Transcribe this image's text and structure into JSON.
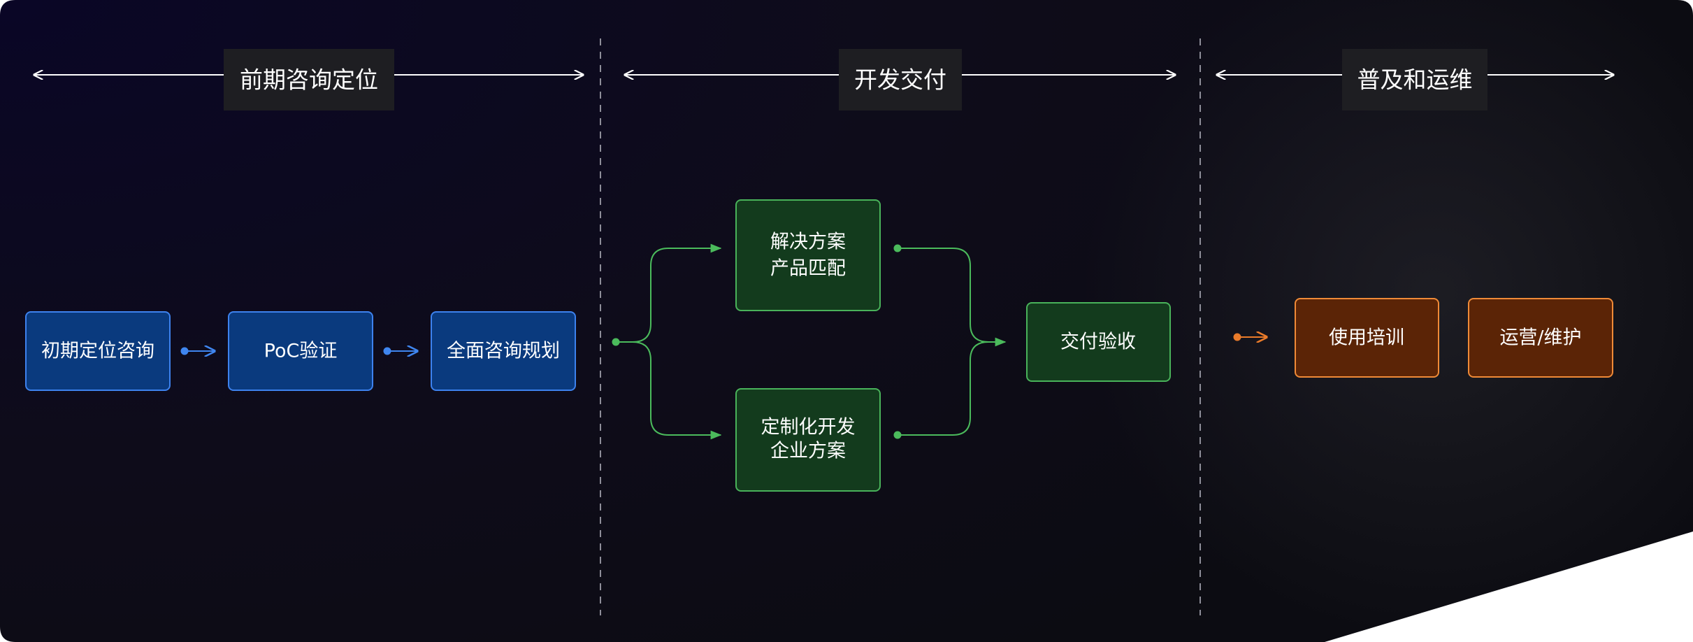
{
  "colors": {
    "background_top": "#0a0626",
    "background_bottom": "#0c0c12",
    "blue_fill": "#0a3a7e",
    "blue_border": "#3d82ee",
    "blue_arrow": "#3f86f0",
    "green_fill": "#133b1d",
    "green_border": "#49b35a",
    "green_arrow": "#4bbb5c",
    "orange_fill": "#5b2406",
    "orange_border": "#f08a37",
    "orange_arrow": "#ea7b2a",
    "header_fill": "#1e1e22",
    "divider": "#8e8e99"
  },
  "phases": [
    {
      "title": "前期咨询定位"
    },
    {
      "title": "开发交付"
    },
    {
      "title": "普及和运维"
    }
  ],
  "nodes": {
    "initial": "初期定位咨询",
    "poc": "PoC验证",
    "planning": "全面咨询规划",
    "solution": [
      "解决方案",
      "产品匹配"
    ],
    "custom": [
      "定制化开发",
      "企业方案"
    ],
    "acceptance": "交付验收",
    "training": "使用培训",
    "operations": "运营/维护"
  }
}
